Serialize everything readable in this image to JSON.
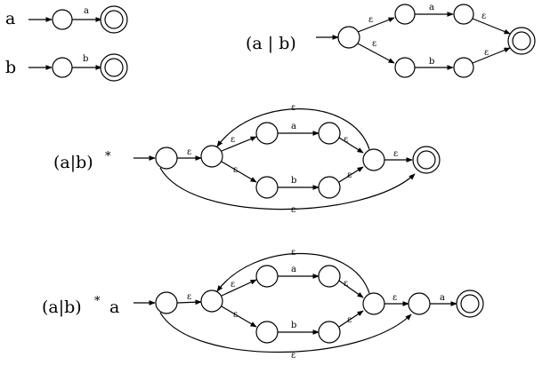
{
  "labels": {
    "a": "a",
    "b": "b",
    "union": "(a | b)",
    "star_base": "(a|b)",
    "star_mark": "*",
    "concat_base": "(a|b)",
    "concat_mark": "*",
    "concat_tail": "a"
  },
  "symbols": {
    "a": "a",
    "b": "b",
    "epsilon": "ε"
  }
}
